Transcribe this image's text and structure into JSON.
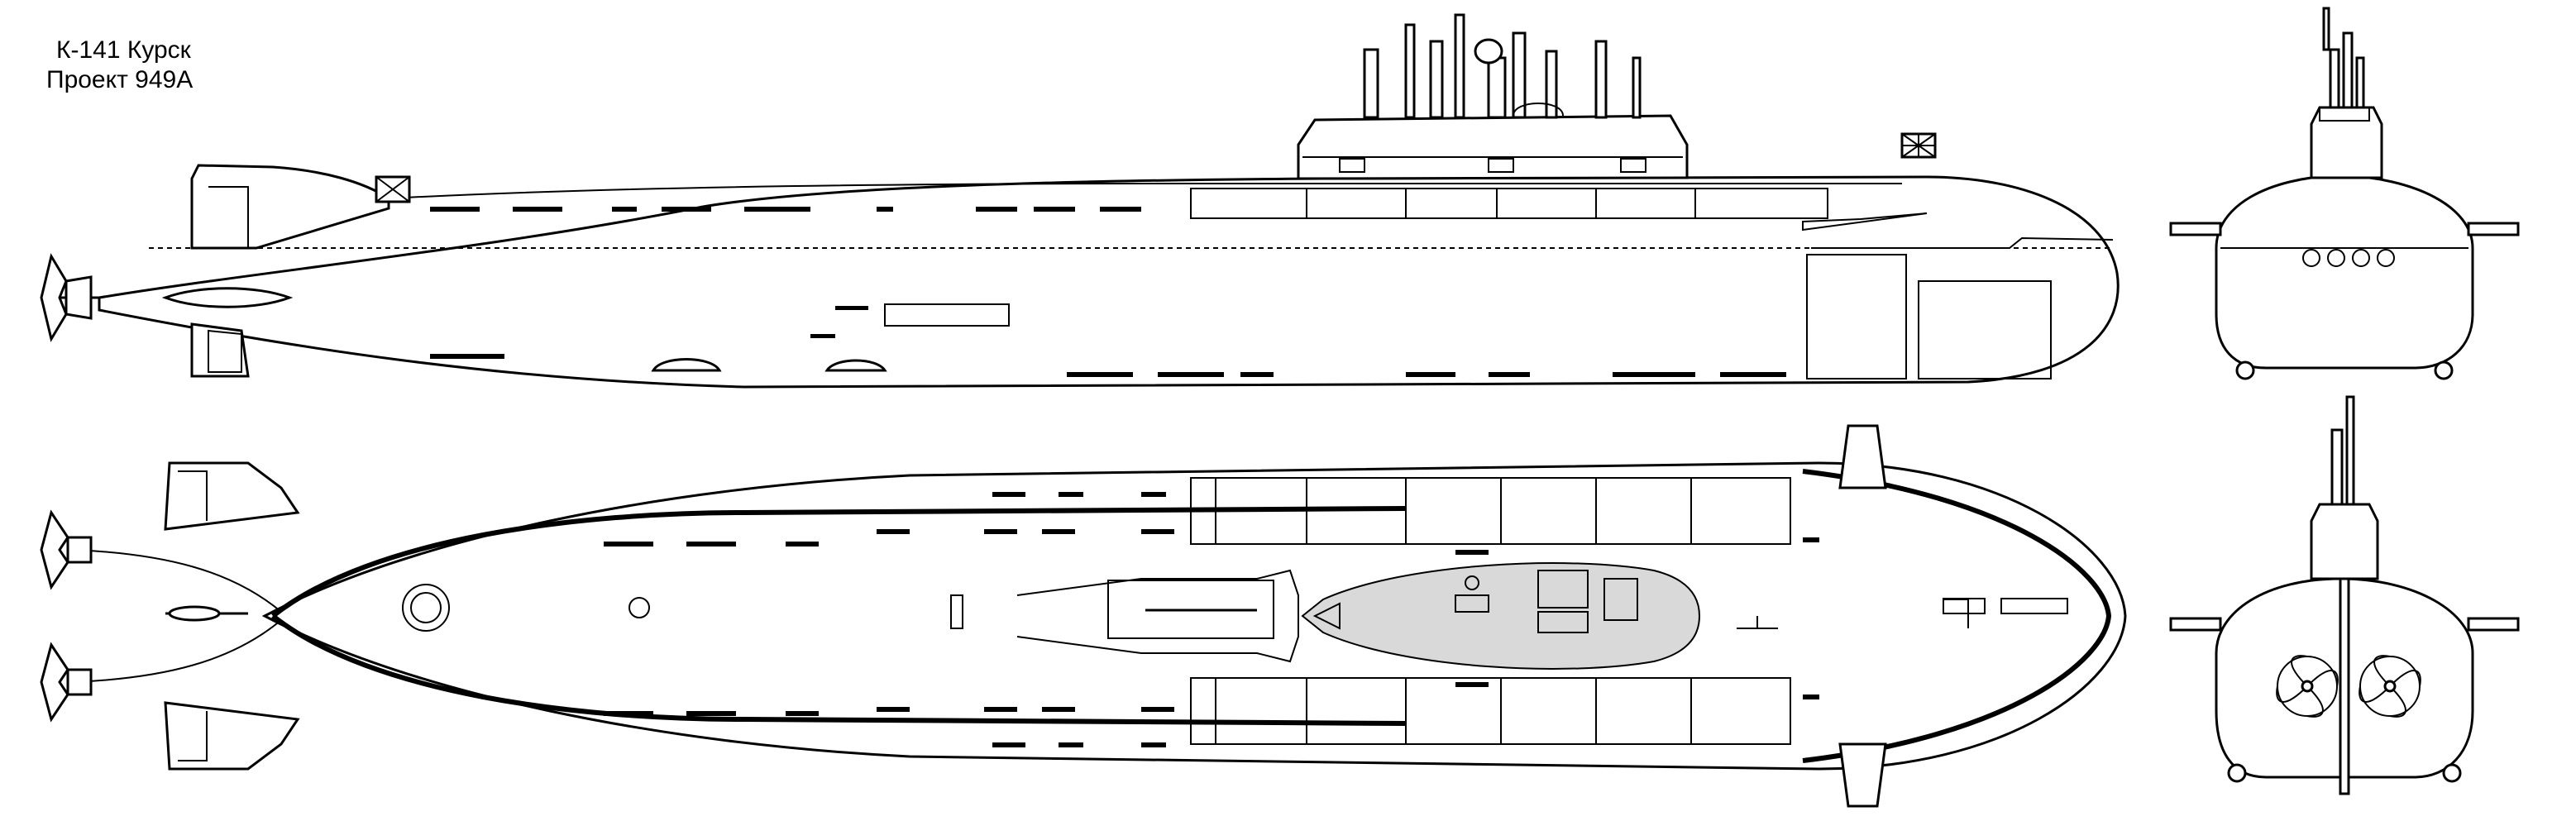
{
  "caption": {
    "line1": "К-141 Курск",
    "line2": "Проект 949А"
  },
  "views": [
    {
      "name": "side-profile"
    },
    {
      "name": "top-plan"
    },
    {
      "name": "bow-front"
    },
    {
      "name": "stern-rear"
    }
  ]
}
